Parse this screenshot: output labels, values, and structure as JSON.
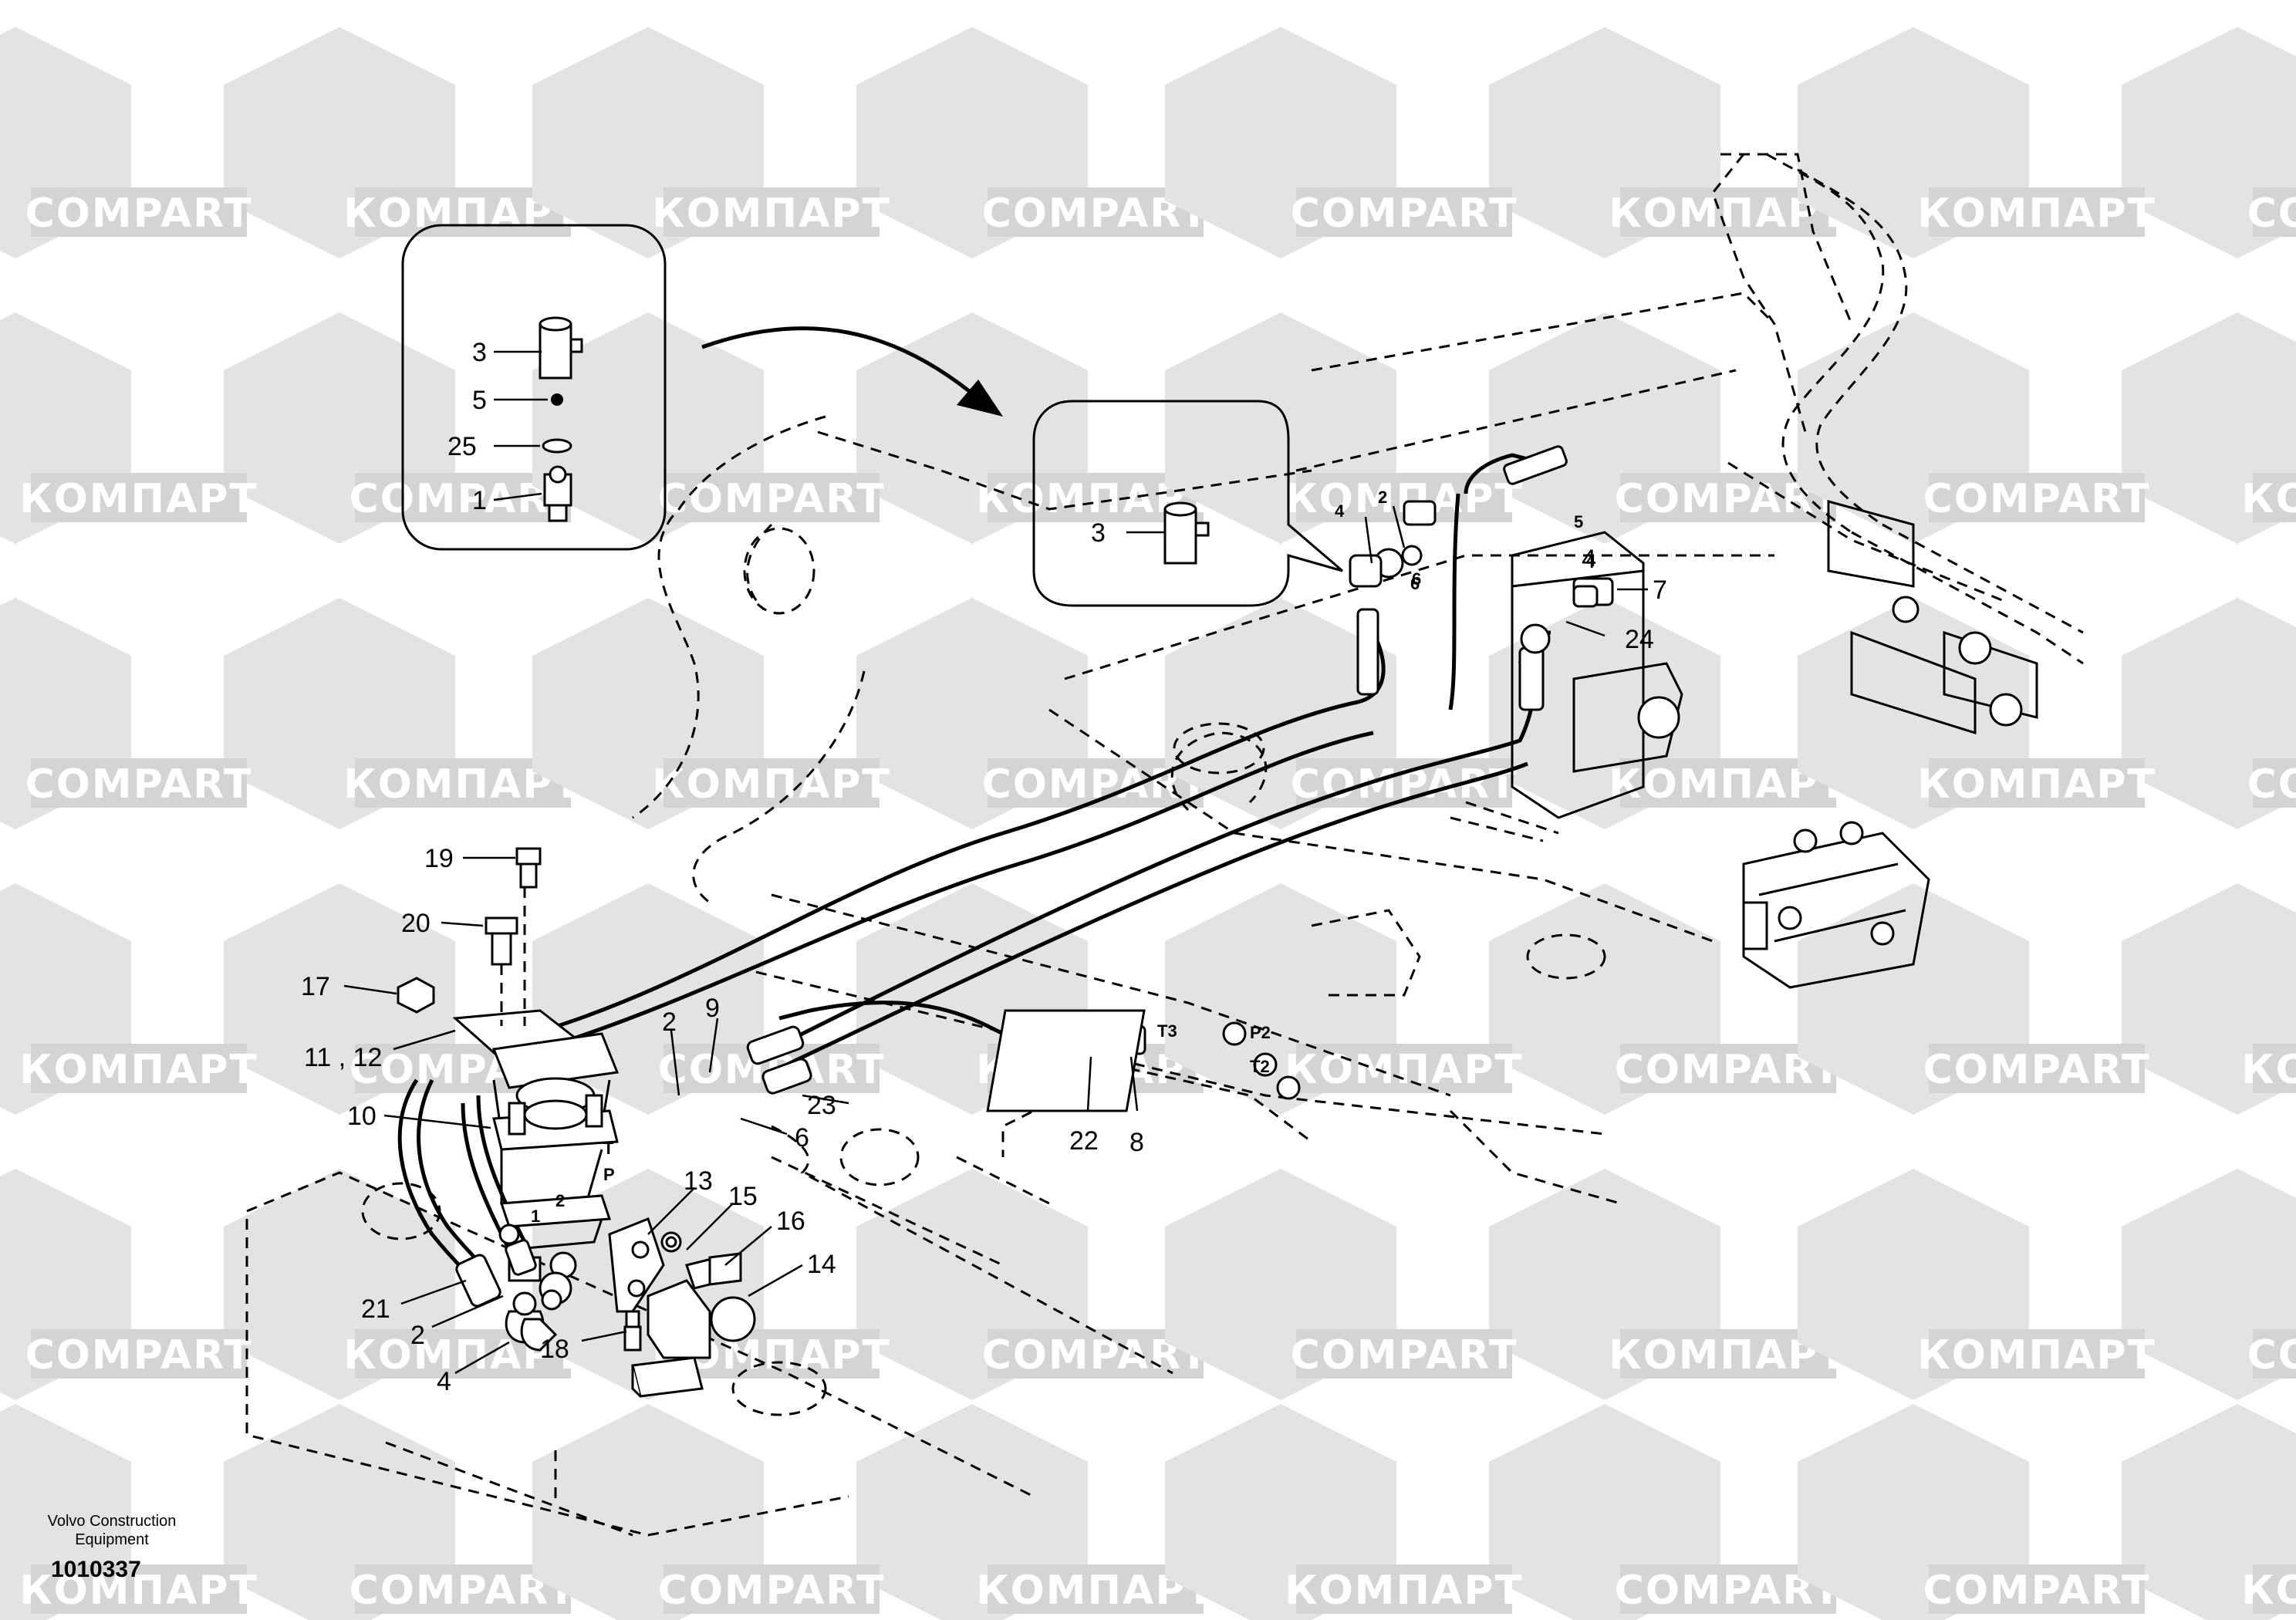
{
  "watermarks": {
    "brand_latin": "COMPART",
    "brand_cyrillic": "КОМПАРТ",
    "hex_color": "#e3e3e3",
    "band_color": "#d4d4d4"
  },
  "footer": {
    "brand_line1": "Volvo Construction",
    "brand_line2": "Equipment",
    "drawing_number": "1010337"
  },
  "inset_labels": {
    "top_inset": [
      "3",
      "5",
      "25",
      "1"
    ],
    "detail_inset": [
      "3"
    ]
  },
  "part_labels": [
    "19",
    "20",
    "17",
    "11 , 12",
    "10",
    "2",
    "9",
    "23",
    "6",
    "21",
    "2",
    "4",
    "13",
    "15",
    "16",
    "14",
    "18",
    "22",
    "8",
    "4",
    "2",
    "6",
    "4",
    "7",
    "24"
  ],
  "port_labels": {
    "t": "T",
    "p": "P",
    "one": "1",
    "two": "2",
    "t3": "T3",
    "p2": "P2",
    "t2": "T2",
    "five": "5",
    "four": "4",
    "six": "6"
  }
}
